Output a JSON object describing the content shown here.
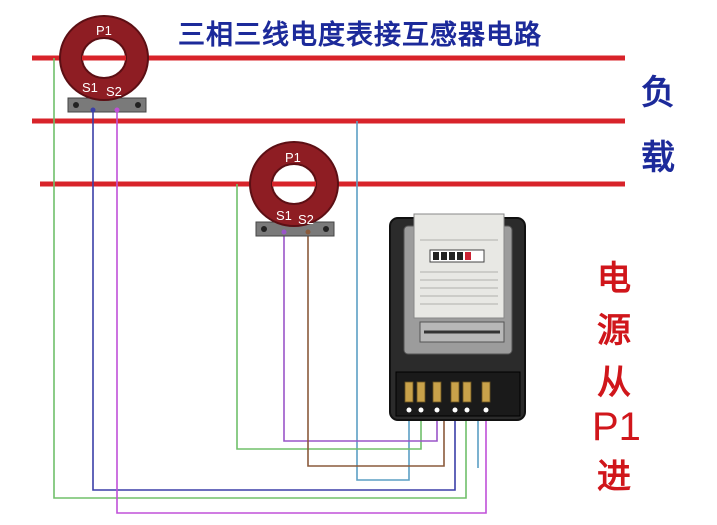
{
  "title": "三相三线电度表接互感器电路",
  "load_label": [
    "负",
    "载"
  ],
  "source_label": [
    "电",
    "源",
    "从",
    "P1",
    "进"
  ],
  "ct1": {
    "p1": "P1",
    "s1": "S1",
    "s2": "S2"
  },
  "ct2": {
    "p1": "P1",
    "s1": "S1",
    "s2": "S2"
  },
  "colors": {
    "busbar": "#d8232a",
    "ct_body": "#8e1d23",
    "wire_blue": "#3b3fa8",
    "wire_violet": "#c050d8",
    "wire_teal": "#5b9fc4",
    "wire_green": "#70c06a",
    "wire_brown": "#8a5a3b",
    "wire_purple": "#7b55c8",
    "title_blue": "#1c2a9a",
    "source_red": "#d0161b"
  }
}
